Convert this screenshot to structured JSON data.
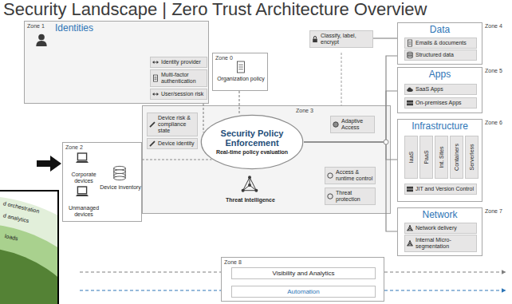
{
  "diagram": {
    "title": "Security Landscape | Zero Trust Architecture Overview",
    "nodes": [
      {
        "text": [
          "Zone 1",
          "Identities"
        ]
      },
      {
        "text": [
          "Identity provider"
        ],
        "in": 0
      },
      {
        "text": [
          "Multi-factor authentication"
        ],
        "in": 0
      },
      {
        "text": [
          "User/session risk"
        ],
        "in": 0
      },
      {
        "text": [
          "Zone 0",
          "Organization policy"
        ]
      },
      {
        "text": [
          "Classify, label, encrypt"
        ]
      },
      {
        "text": [
          "Zone 4",
          "Data"
        ]
      },
      {
        "text": [
          "Emails & documents"
        ],
        "in": 6
      },
      {
        "text": [
          "Structured data"
        ],
        "in": 6
      },
      {
        "text": [
          "Zone 5",
          "Apps"
        ]
      },
      {
        "text": [
          "SaaS Apps"
        ],
        "in": 9
      },
      {
        "text": [
          "On-premises Apps"
        ],
        "in": 9
      },
      {
        "text": [
          "Zone 2",
          "Corporate devices",
          "Unmanaged devices",
          "Device inventory"
        ]
      },
      {
        "text": [
          "Zone 3",
          "Threat Intelligence"
        ]
      },
      {
        "text": [
          "Device risk & compliance state"
        ],
        "in": 13
      },
      {
        "text": [
          "Device identity"
        ],
        "in": 13
      },
      {
        "text": [
          "Security Policy Enforcement",
          "Real-time policy evaluation"
        ],
        "in": 13
      },
      {
        "text": [
          "Adaptive Access"
        ],
        "in": 13
      },
      {
        "text": [
          "Access & runtime control"
        ],
        "in": 13
      },
      {
        "text": [
          "Threat protection"
        ],
        "in": 13
      },
      {
        "text": [
          "Zone 6",
          "Infrastructure"
        ]
      },
      {
        "text": [
          "IaaS"
        ],
        "in": 20
      },
      {
        "text": [
          "PaaS"
        ],
        "in": 20
      },
      {
        "text": [
          "Int. Sites"
        ],
        "in": 20
      },
      {
        "text": [
          "Containers"
        ],
        "in": 20
      },
      {
        "text": [
          "Serverless"
        ],
        "in": 20
      },
      {
        "text": [
          "JIT and Version Control"
        ],
        "in": 20
      },
      {
        "text": [
          "Zone 7",
          "Network"
        ]
      },
      {
        "text": [
          "Network delivery"
        ],
        "in": 27
      },
      {
        "text": [
          "Internal Micro-segmentation"
        ],
        "in": 27
      },
      {
        "text": [
          "Zone 8"
        ]
      },
      {
        "text": [
          "Visibility and Analytics"
        ],
        "in": 30
      },
      {
        "text": [
          "Automation"
        ],
        "in": 30
      }
    ],
    "edges": [
      {
        "from": 0,
        "to": 16,
        "arrow": "none"
      },
      {
        "from": 4,
        "to": 16,
        "arrow": "none"
      },
      {
        "from": 12,
        "to": 16,
        "arrow": "none"
      },
      {
        "from": 16,
        "to": 6,
        "arrow": "none"
      },
      {
        "from": 16,
        "to": 9,
        "arrow": "none"
      },
      {
        "from": 16,
        "to": 20,
        "arrow": "none"
      },
      {
        "from": 16,
        "to": 27,
        "arrow": "none"
      },
      {
        "from": 5,
        "to": 6,
        "arrow": "none"
      }
    ],
    "labels": [
      "d orchestration",
      "d analytics",
      "loads"
    ]
  }
}
